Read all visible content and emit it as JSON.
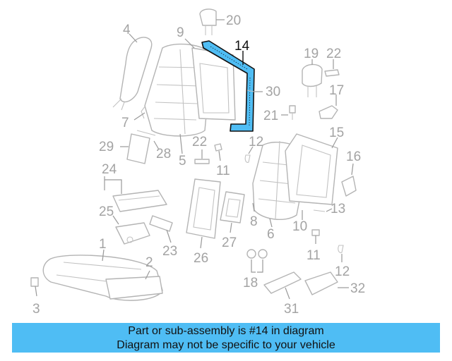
{
  "diagram": {
    "highlighted_part": "14",
    "callouts": {
      "c1": "1",
      "c2": "2",
      "c3": "3",
      "c4": "4",
      "c5": "5",
      "c6": "6",
      "c7": "7",
      "c8": "8",
      "c9": "9",
      "c10": "10",
      "c11a": "11",
      "c11b": "11",
      "c12a": "12",
      "c12b": "12",
      "c13": "13",
      "c14": "14",
      "c15": "15",
      "c16": "16",
      "c17": "17",
      "c18": "18",
      "c19": "19",
      "c20": "20",
      "c21": "21",
      "c22a": "22",
      "c22b": "22",
      "c23": "23",
      "c24": "24",
      "c25": "25",
      "c26": "26",
      "c27": "27",
      "c28": "28",
      "c29": "29",
      "c30": "30",
      "c31": "31",
      "c32": "32"
    },
    "colors": {
      "highlight_fill": "#4fbdf4",
      "line": "#b4b4b4",
      "label": "#a3a3a3"
    }
  },
  "banner": {
    "line1": "Part or sub-assembly is #14 in diagram",
    "line2": "Diagram may not be specific to your vehicle",
    "color": "#4fbdf4"
  }
}
